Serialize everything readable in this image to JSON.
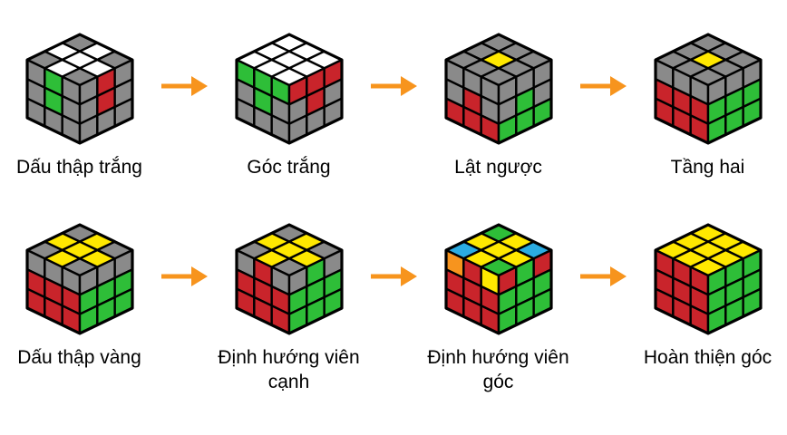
{
  "palette": {
    "X": "#8a8a8a",
    "W": "#ffffff",
    "R": "#c9242b",
    "G": "#2ebe38",
    "Y": "#ffe800",
    "O": "#f7941e",
    "B": "#2bace2",
    "outline": "#000000",
    "arrow_color": "#f7941d"
  },
  "rows": [
    {
      "steps": [
        {
          "label": "Dấu thập trắng",
          "top": [
            "X",
            "W",
            "X",
            "W",
            "W",
            "W",
            "X",
            "W",
            "X"
          ],
          "left": [
            "X",
            "G",
            "X",
            "X",
            "G",
            "X",
            "X",
            "X",
            "X"
          ],
          "right": [
            "X",
            "R",
            "X",
            "X",
            "R",
            "X",
            "X",
            "X",
            "X"
          ]
        },
        {
          "label": "Góc trắng",
          "top": [
            "W",
            "W",
            "W",
            "W",
            "W",
            "W",
            "W",
            "W",
            "W"
          ],
          "left": [
            "G",
            "G",
            "G",
            "X",
            "G",
            "X",
            "X",
            "X",
            "X"
          ],
          "right": [
            "R",
            "R",
            "R",
            "X",
            "R",
            "X",
            "X",
            "X",
            "X"
          ]
        },
        {
          "label": "Lật ngược",
          "top": [
            "X",
            "X",
            "X",
            "X",
            "Y",
            "X",
            "X",
            "X",
            "X"
          ],
          "left": [
            "X",
            "X",
            "X",
            "X",
            "R",
            "X",
            "R",
            "R",
            "R"
          ],
          "right": [
            "X",
            "X",
            "X",
            "X",
            "G",
            "X",
            "G",
            "G",
            "G"
          ]
        },
        {
          "label": "Tầng hai",
          "top": [
            "X",
            "X",
            "X",
            "X",
            "Y",
            "X",
            "X",
            "X",
            "X"
          ],
          "left": [
            "X",
            "X",
            "X",
            "R",
            "R",
            "R",
            "R",
            "R",
            "R"
          ],
          "right": [
            "X",
            "X",
            "X",
            "G",
            "G",
            "G",
            "G",
            "G",
            "G"
          ]
        }
      ]
    },
    {
      "steps": [
        {
          "label": "Dấu thập vàng",
          "top": [
            "X",
            "Y",
            "X",
            "Y",
            "Y",
            "Y",
            "X",
            "Y",
            "X"
          ],
          "left": [
            "X",
            "X",
            "X",
            "R",
            "R",
            "R",
            "R",
            "R",
            "R"
          ],
          "right": [
            "X",
            "X",
            "X",
            "G",
            "G",
            "G",
            "G",
            "G",
            "G"
          ]
        },
        {
          "label": "Định hướng viên\ncạnh",
          "top": [
            "X",
            "Y",
            "X",
            "Y",
            "Y",
            "Y",
            "X",
            "Y",
            "X"
          ],
          "left": [
            "X",
            "R",
            "X",
            "R",
            "R",
            "R",
            "R",
            "R",
            "R"
          ],
          "right": [
            "X",
            "G",
            "X",
            "G",
            "G",
            "G",
            "G",
            "G",
            "G"
          ]
        },
        {
          "label": "Định hướng viên\ngóc",
          "top": [
            "G",
            "Y",
            "B",
            "Y",
            "Y",
            "Y",
            "B",
            "Y",
            "G"
          ],
          "left": [
            "O",
            "R",
            "Y",
            "R",
            "R",
            "R",
            "R",
            "R",
            "R"
          ],
          "right": [
            "R",
            "G",
            "R",
            "G",
            "G",
            "G",
            "G",
            "G",
            "G"
          ]
        },
        {
          "label": "Hoàn thiện góc",
          "top": [
            "Y",
            "Y",
            "Y",
            "Y",
            "Y",
            "Y",
            "Y",
            "Y",
            "Y"
          ],
          "left": [
            "R",
            "R",
            "R",
            "R",
            "R",
            "R",
            "R",
            "R",
            "R"
          ],
          "right": [
            "G",
            "G",
            "G",
            "G",
            "G",
            "G",
            "G",
            "G",
            "G"
          ]
        }
      ]
    }
  ]
}
